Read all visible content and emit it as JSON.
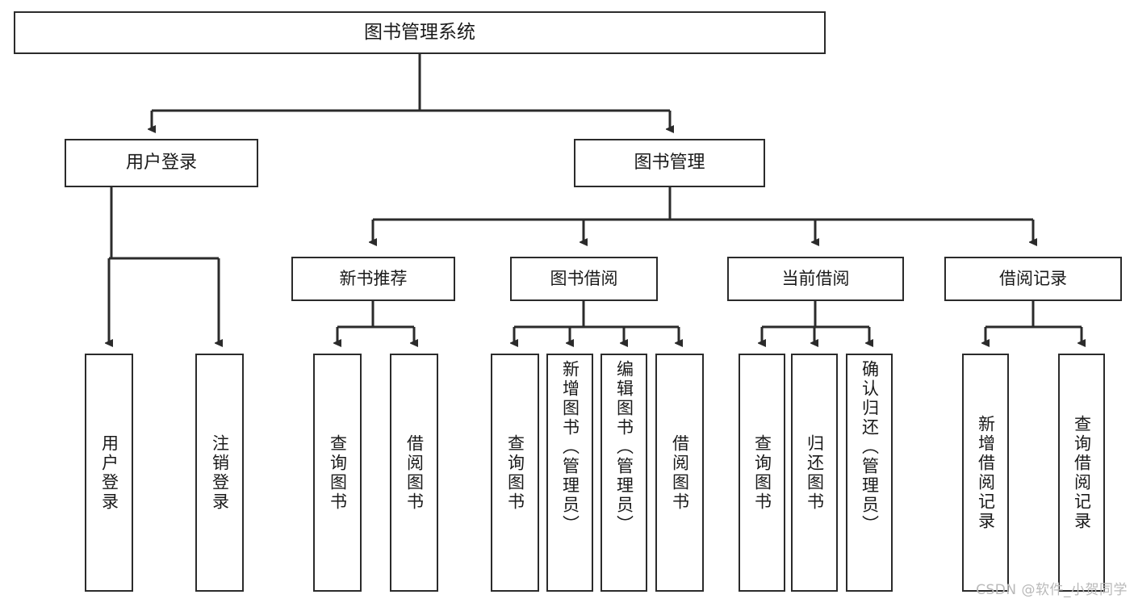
{
  "diagram": {
    "title": "图书管理系统",
    "watermark": "CSDN @软件_小贺同学",
    "line_color": "#2b2b2b",
    "box_fill": "#ffffff",
    "text_color": "#1a1a1a",
    "root": {
      "label": "图书管理系统"
    },
    "level2": [
      {
        "label": "用户登录"
      },
      {
        "label": "图书管理"
      }
    ],
    "level3": [
      {
        "label": "新书推荐"
      },
      {
        "label": "图书借阅"
      },
      {
        "label": "当前借阅"
      },
      {
        "label": "借阅记录"
      }
    ],
    "leaves": {
      "user_login": [
        {
          "label": "用户登录"
        },
        {
          "label": "注销登录"
        }
      ],
      "new_book_recommend": [
        {
          "label": "查询图书"
        },
        {
          "label": "借阅图书"
        }
      ],
      "book_borrow": [
        {
          "label": "查询图书"
        },
        {
          "label": "新增图书（管理员）"
        },
        {
          "label": "编辑图书（管理员）"
        },
        {
          "label": "借阅图书"
        }
      ],
      "current_borrow": [
        {
          "label": "查询图书"
        },
        {
          "label": "归还图书"
        },
        {
          "label": "确认归还（管理员）"
        }
      ],
      "borrow_record": [
        {
          "label": "新增借阅记录"
        },
        {
          "label": "查询借阅记录"
        }
      ]
    }
  }
}
